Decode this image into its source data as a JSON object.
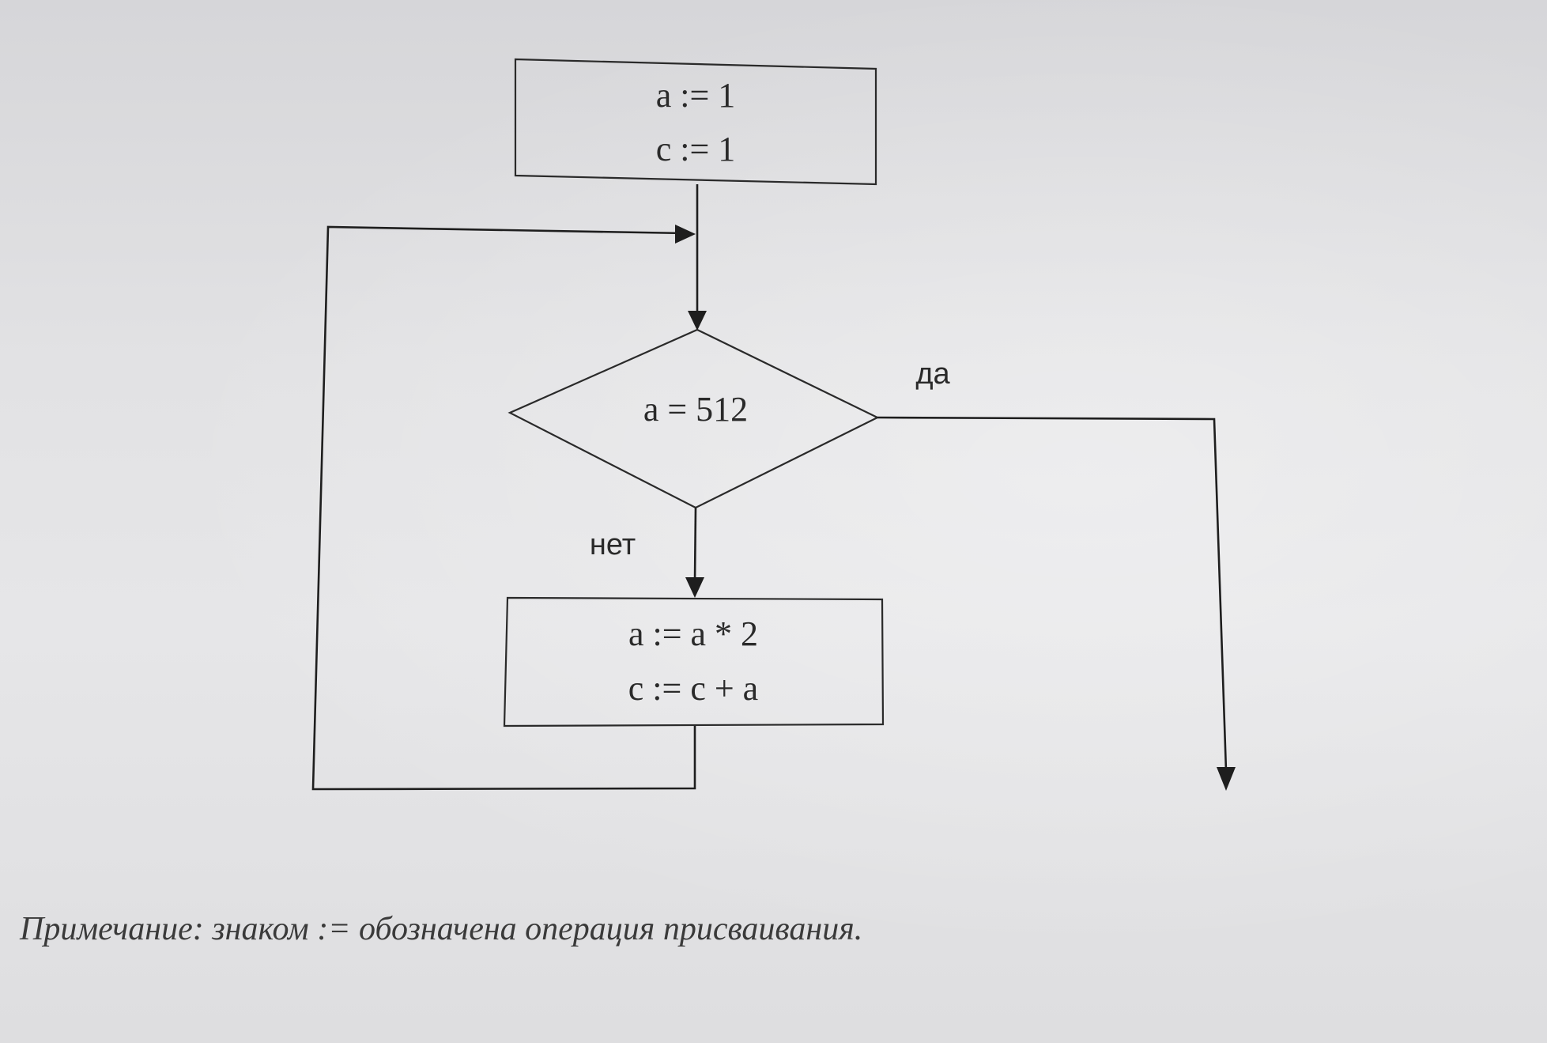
{
  "flowchart": {
    "init_block": {
      "lines": [
        "a := 1",
        "c := 1"
      ]
    },
    "condition": {
      "text": "a = 512",
      "yes_label": "да",
      "no_label": "нет"
    },
    "loop_block": {
      "lines": [
        "a := a * 2",
        "c := c + a"
      ]
    }
  },
  "note": "Примечание: знаком := обозначена операция присваивания.",
  "colors": {
    "ink": "#2a2a2a",
    "paper": "#e2e2e4"
  }
}
